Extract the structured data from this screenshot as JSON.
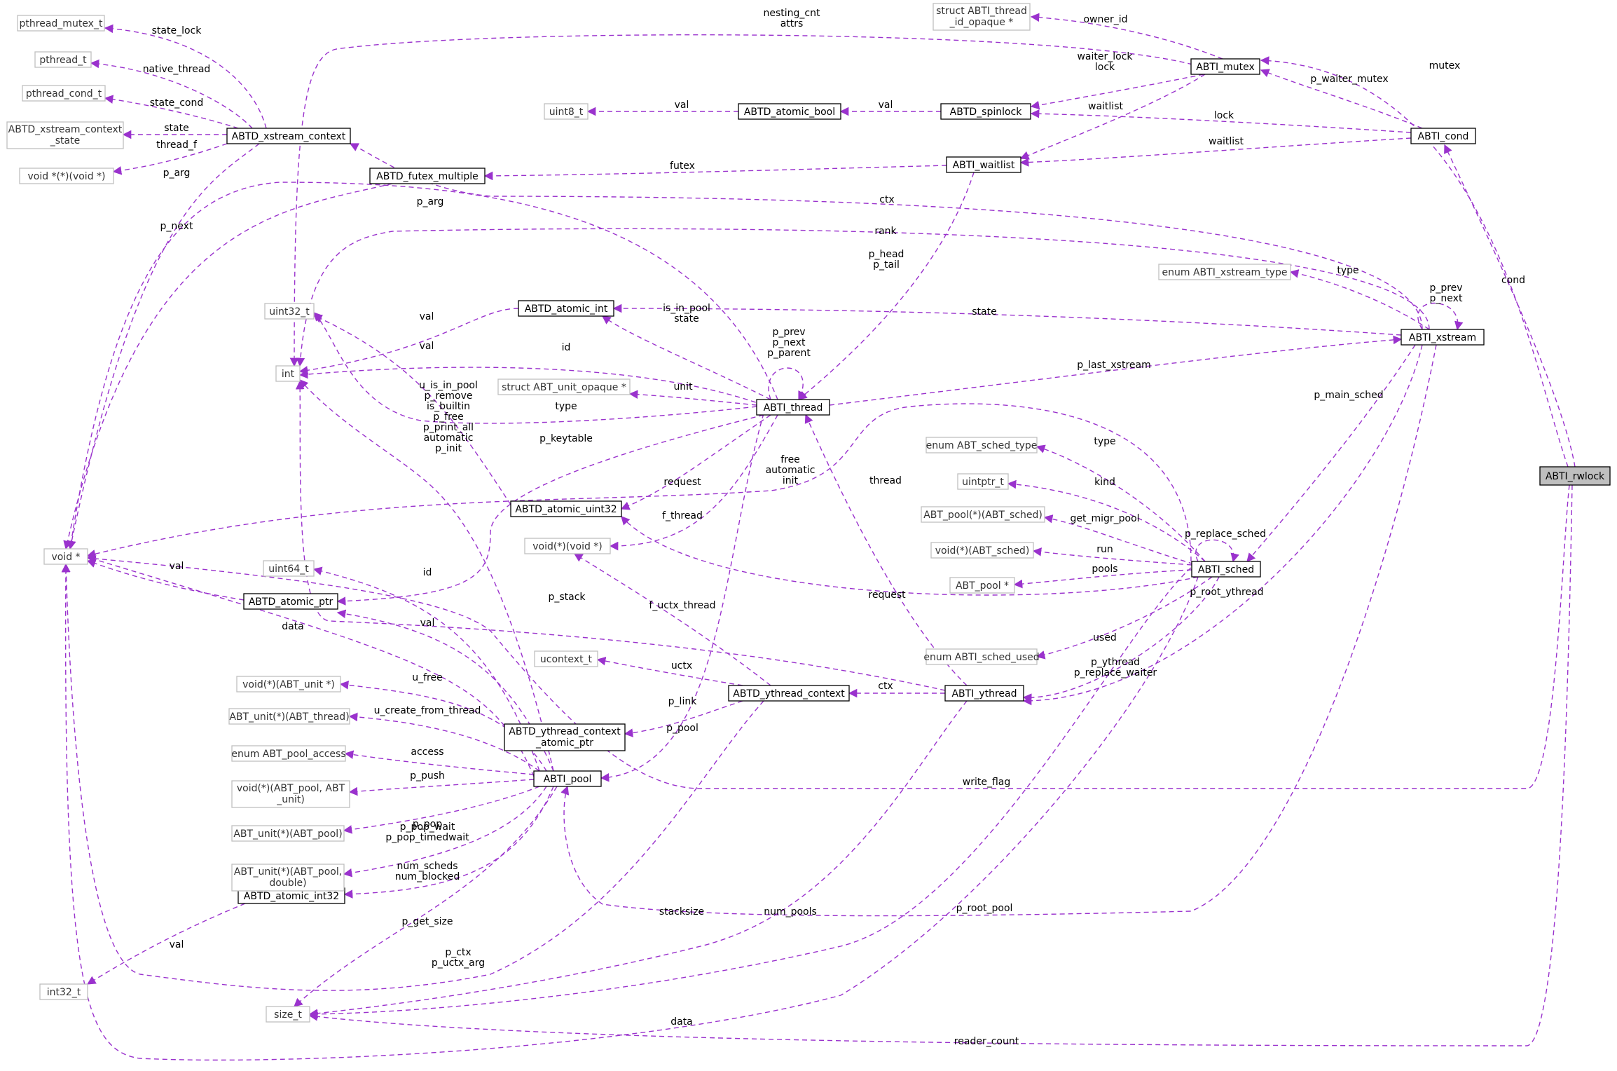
{
  "diagram": {
    "nodes": {
      "rwlock": "ABTI_rwlock",
      "mutex": "ABTI_mutex",
      "cond": "ABTI_cond",
      "xstream": "ABTI_xstream",
      "sched": "ABTI_sched",
      "ythread": "ABTI_ythread",
      "thread": "ABTI_thread",
      "pool": "ABTI_pool",
      "waitlist": "ABTI_waitlist",
      "spinlock": "ABTD_spinlock",
      "atomic_bool": "ABTD_atomic_bool",
      "atomic_int": "ABTD_atomic_int",
      "atomic_uint32": "ABTD_atomic_uint32",
      "atomic_ptr": "ABTD_atomic_ptr",
      "atomic_int32": "ABTD_atomic_int32",
      "futex_multiple": "ABTD_futex_multiple",
      "xstream_context": "ABTD_xstream_context",
      "ythread_context": "ABTD_ythread_context",
      "ythread_context_atomic_ptr": [
        "ABTD_ythread_context",
        "_atomic_ptr"
      ],
      "pthread_mutex_t": "pthread_mutex_t",
      "pthread_t": "pthread_t",
      "pthread_cond_t": "pthread_cond_t",
      "xstream_context_state": [
        "ABTD_xstream_context",
        "_state"
      ],
      "void_fn_void": "void *(*)(void *)",
      "void_ptr": "void *",
      "uint32_t": "uint32_t",
      "int": "int",
      "uint64_t": "uint64_t",
      "int32_t": "int32_t",
      "size_t": "size_t",
      "uint8_t": "uint8_t",
      "thread_id_opaque": [
        "struct ABTI_thread",
        "_id_opaque *"
      ],
      "unit_opaque": "struct ABT_unit_opaque *",
      "void_fn_voidptr": "void(*)(void *)",
      "ucontext_t": "ucontext_t",
      "void_fn_unit": "void(*)(ABT_unit *)",
      "unit_fn_thread": "ABT_unit(*)(ABT_thread)",
      "pool_access": "enum ABT_pool_access",
      "void_fn_pool_unit": [
        "void(*)(ABT_pool, ABT",
        "_unit)"
      ],
      "unit_fn_pool": "ABT_unit(*)(ABT_pool)",
      "unit_fn_pool_double": [
        "ABT_unit(*)(ABT_pool,",
        "double)"
      ],
      "xstream_type": "enum ABTI_xstream_type",
      "sched_type": "enum ABT_sched_type",
      "uintptr_t": "uintptr_t",
      "pool_fn_sched": "ABT_pool(*)(ABT_sched)",
      "void_fn_sched": "void(*)(ABT_sched)",
      "abt_pool_ptr": "ABT_pool *",
      "sched_used": "enum ABTI_sched_used"
    },
    "edge_labels": {
      "mutex": "mutex",
      "cond": "cond",
      "write_flag": "write_flag",
      "reader_count": "reader_count",
      "owner_id": "owner_id",
      "waiter_lock": [
        "waiter_lock",
        "lock"
      ],
      "nesting_cnt": [
        "nesting_cnt",
        "attrs"
      ],
      "waitlist_m": "waitlist",
      "p_waiter_mutex": "p_waiter_mutex",
      "lock": "lock",
      "waitlist_c": "waitlist",
      "val_bool": "val",
      "val_spin": "val",
      "futex": "futex",
      "ctx_x": "ctx",
      "rank": "rank",
      "type_x": "type",
      "p_prev_next_x": [
        "p_prev",
        "p_next"
      ],
      "state_x": "state",
      "p_last_xstream": "p_last_xstream",
      "p_main_sched": "p_main_sched",
      "p_root_ythread": "p_root_ythread",
      "p_root_pool": "p_root_pool",
      "p_head": [
        "p_head",
        "p_tail"
      ],
      "p_prev_next_t": [
        "p_prev",
        "p_next",
        "p_parent"
      ],
      "is_in_pool": [
        "is_in_pool",
        "state"
      ],
      "id_t": "id",
      "unit": "unit",
      "type_t": "type",
      "p_keytable": "p_keytable",
      "request_t": "request",
      "f_thread": "f_thread",
      "p_arg_t": "p_arg",
      "free_auto": [
        "free",
        "automatic",
        "init"
      ],
      "thread_y": "thread",
      "p_replace_sched": "p_replace_sched",
      "type_s": "type",
      "kind": "kind",
      "get_migr_pool": "get_migr_pool",
      "run": "run",
      "pools": "pools",
      "request_s": "request",
      "used": "used",
      "p_ythread": [
        "p_ythread",
        "p_replace_waiter"
      ],
      "ctx_y": "ctx",
      "p_stack": "p_stack",
      "f_uctx_thread": "f_uctx_thread",
      "uctx": "uctx",
      "p_link": "p_link",
      "p_pool": "p_pool",
      "stacksize": "stacksize",
      "num_pools": "num_pools",
      "data_s": "data",
      "p_ctx": [
        "p_ctx",
        "p_uctx_arg"
      ],
      "u_free": "u_free",
      "u_create": "u_create_from_thread",
      "access": "access",
      "p_push": "p_push",
      "p_pop": "p_pop",
      "p_pop_wait": [
        "p_pop_wait",
        "p_pop_timedwait"
      ],
      "num_scheds": [
        "num_scheds",
        "num_blocked"
      ],
      "p_get_size": "p_get_size",
      "id_p": "id",
      "val_p": "val",
      "data_p": "data",
      "u_is_in_pool": [
        "u_is_in_pool",
        "p_remove",
        "is_builtin",
        "p_free",
        "p_print_all",
        "automatic",
        "p_init"
      ],
      "val_ptr": "val",
      "val_int32": "val",
      "val_int_a": "val",
      "val_uint32": "val",
      "state_lock": "state_lock",
      "native_thread": "native_thread",
      "state_cond": "state_cond",
      "state_xc": "state",
      "thread_f": "thread_f",
      "p_arg_xc": "p_arg",
      "p_next_f": "p_next"
    }
  }
}
